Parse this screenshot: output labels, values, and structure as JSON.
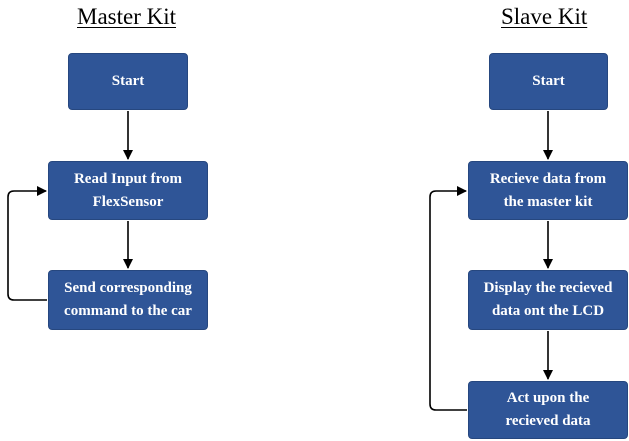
{
  "colors": {
    "box_fill": "#2f5597",
    "box_border": "#26477f",
    "box_text": "#ffffff",
    "arrow": "#000000"
  },
  "master": {
    "title": "Master Kit",
    "steps": [
      {
        "lines": [
          "Start"
        ]
      },
      {
        "lines": [
          "Read Input from",
          "FlexSensor"
        ]
      },
      {
        "lines": [
          "Send corresponding",
          "command to the car"
        ]
      }
    ]
  },
  "slave": {
    "title": "Slave Kit",
    "steps": [
      {
        "lines": [
          "Start"
        ]
      },
      {
        "lines": [
          "Recieve data from",
          "the master kit"
        ]
      },
      {
        "lines": [
          "Display the recieved",
          "data ont the LCD"
        ]
      },
      {
        "lines": [
          "Act upon the",
          "recieved data"
        ]
      }
    ]
  }
}
